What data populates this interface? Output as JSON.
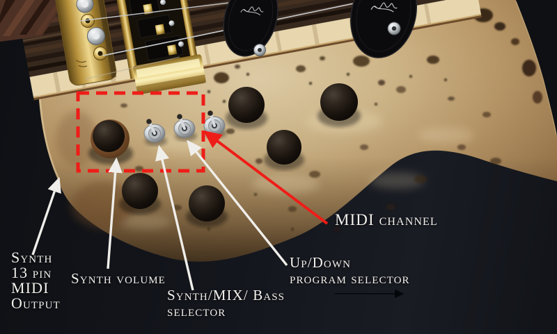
{
  "labels": {
    "synth_midi_output": {
      "line1": "Synth",
      "line2": "13 pin",
      "line3": "MIDI",
      "line4": "Output"
    },
    "synth_volume": {
      "line1": "Synth volume"
    },
    "synth_mix_bass_selector": {
      "line1": "Synth/MIX/ Bass",
      "line2": "selector"
    },
    "up_down_program_selector": {
      "line1": "Up/Down",
      "line2": "program selector"
    },
    "midi_channel": {
      "line1": "MIDI channel"
    }
  },
  "colors": {
    "annotation_red": "#ee1d18",
    "label_white": "#f3f1ed",
    "arrow_white": "#f0eeea",
    "arrow_black": "#04060a",
    "background": "#14161d",
    "body_wood": "#c9ae80",
    "dark_wood_strip": "#38291e",
    "maple_stripe": "#e7d6ae",
    "gold_hardware": "#caa64e",
    "chrome": "#c6cacd",
    "knob_black": "#1a140f"
  }
}
